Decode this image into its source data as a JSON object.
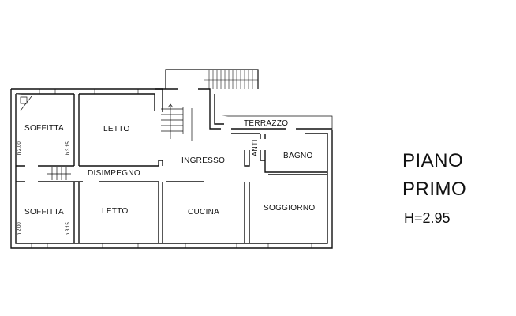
{
  "floor": {
    "title_line1": "PIANO",
    "title_line2": "PRIMO",
    "height": "H=2.95"
  },
  "rooms": {
    "soffitta_top": "SOFFITTA",
    "soffitta_bottom": "SOFFITTA",
    "letto_top": "LETTO",
    "letto_bottom": "LETTO",
    "disimpegno": "DISIMPEGNO",
    "ingresso": "INGRESSO",
    "cucina": "CUCINA",
    "soggiorno": "SOGGIORNO",
    "terrazzo": "TERRAZZO",
    "bagno": "BAGNO",
    "anti": "ANTI"
  },
  "height_notes": {
    "soffitta_top_low": "h 2.00",
    "soffitta_top_high": "h 3.15",
    "soffitta_bottom_low": "h 2.00",
    "soffitta_bottom_high": "h 3.15"
  },
  "colors": {
    "wall": "#111111",
    "background": "#ffffff"
  }
}
